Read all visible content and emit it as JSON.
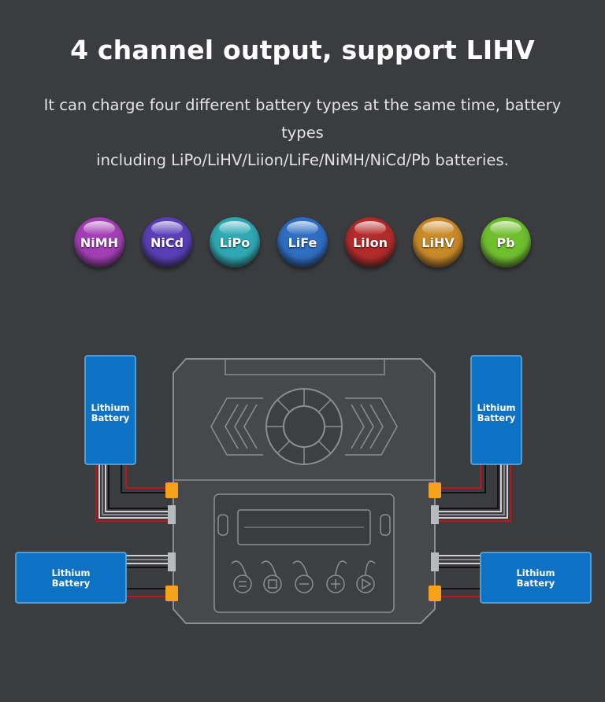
{
  "heading": "4 channel output, support LIHV",
  "subheading": {
    "line1": "It can charge four different battery types at the same time, battery types",
    "line2": "including LiPo/LiHV/Liion/LiFe/NiMH/NiCd/Pb batteries."
  },
  "battery_types": [
    {
      "label": "NiMH",
      "color": "#a33fb5"
    },
    {
      "label": "NiCd",
      "color": "#5a3fb8"
    },
    {
      "label": "LiPo",
      "color": "#2fa9b3"
    },
    {
      "label": "LiFe",
      "color": "#2f6ec2"
    },
    {
      "label": "LiIon",
      "color": "#b32b2b"
    },
    {
      "label": "LiHV",
      "color": "#c98a28"
    },
    {
      "label": "Pb",
      "color": "#6fbf2f"
    }
  ],
  "batteries": {
    "top_left": {
      "line1": "Lithium",
      "line2": "Battery"
    },
    "top_right": {
      "line1": "Lithium",
      "line2": "Battery"
    },
    "bottom_left": {
      "line1": "Lithium",
      "line2": "Battery"
    },
    "bottom_right": {
      "line1": "Lithium",
      "line2": "Battery"
    }
  },
  "colors": {
    "background": "#3a3c3f",
    "battery_blue": "#0e72c4",
    "connector_orange": "#f5a21b",
    "wire_red": "#c0141c",
    "charger_body": "#46484b"
  },
  "button_icons": [
    "menu-icon",
    "stop-icon",
    "minus-icon",
    "plus-icon",
    "play-icon"
  ]
}
